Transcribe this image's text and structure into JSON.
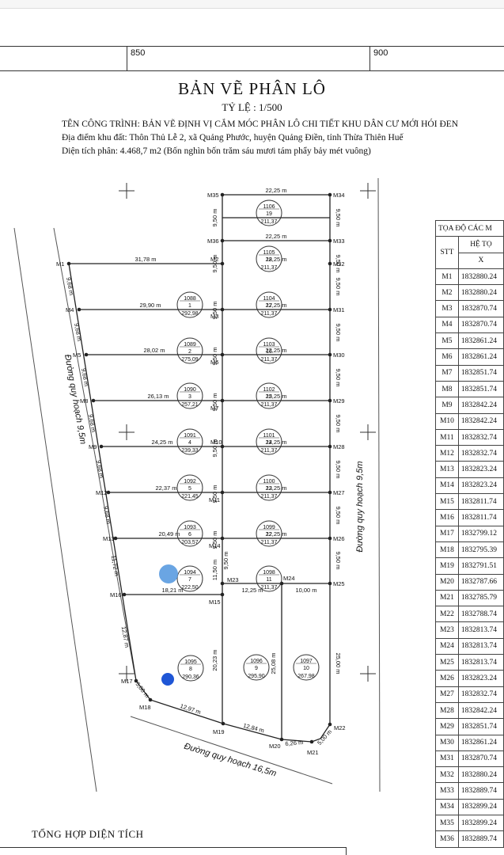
{
  "frame": {
    "col1": "850",
    "col2": "900"
  },
  "header": {
    "title": "BẢN VẼ PHÂN LÔ",
    "scale": "TỶ LỆ : 1/500",
    "project": "TÊN CÔNG TRÌNH:   BẢN VẼ ĐỊNH VỊ CẮM MÓC PHÂN LÔ CHI TIẾT KHU DÂN CƯ MỚI HÓI ĐEN",
    "location": "Địa điểm khu đất: Thôn Thủ Lễ 2, xã Quảng Phước, huyện Quảng Điền, tỉnh Thừa Thiên Huế",
    "area": "Diện tích phân: 4.468,7 m2 (Bốn nghìn bốn trăm sáu mươi tám phẩy bảy mét vuông)"
  },
  "roads": {
    "left": "Đường quy hoạch 9,5m",
    "right": "Đường quy hoạch 9,5m",
    "bottom": "Đường quy hoạch 16,5m"
  },
  "points": {
    "M1": "M1",
    "M2": "M2",
    "M3": "M3",
    "M4": "M4",
    "M5": "M5",
    "M6": "M6",
    "M7": "M7",
    "M8": "M8",
    "M9": "M9",
    "M10": "M10",
    "M11": "M11",
    "M12": "M12",
    "M13": "M13",
    "M14": "M14",
    "M15": "M15",
    "M16": "M16",
    "M17": "M17",
    "M18": "M18",
    "M19": "M19",
    "M20": "M20",
    "M21": "M21",
    "M22": "M22",
    "M23": "M23",
    "M24": "M24",
    "M25": "M25",
    "M26": "M26",
    "M27": "M27",
    "M28": "M28",
    "M29": "M29",
    "M30": "M30",
    "M31": "M31",
    "M32": "M32",
    "M33": "M33",
    "M34": "M34",
    "M35": "M35",
    "M36": "M36"
  },
  "dims": {
    "d35_34": "22,25 m",
    "d36_33": "22,25 m",
    "d1_2": "31,78 m",
    "d2_32": "22,25 m",
    "d4_3": "29,90 m",
    "d3_31": "22,25 m",
    "d5_6": "28,02 m",
    "d6_30": "22,25 m",
    "d8_7": "26,13 m",
    "d7_29": "22,25 m",
    "d9_10": "24,25 m",
    "d10_28": "22,25 m",
    "d12_11": "22,37 m",
    "d11_27": "22,25 m",
    "d13_14": "20,49 m",
    "d14_26": "22,25 m",
    "d16_15": "18,21 m",
    "d23_24": "12,25 m",
    "d24_25": "10,00 m",
    "d17_18": "5,00 m",
    "d18_19": "12,97 m",
    "d19_20": "12,84 m",
    "d20_21": "6,26 m",
    "d21_22": "5,00 m",
    "v950": "9,50 m",
    "v968": "9,68 m",
    "v1172": "11,72 m",
    "v1287": "12,87 m",
    "v1150": "11,50 m",
    "v2023": "20,23 m",
    "v2508": "25,08 m",
    "v2500": "25,00 m"
  },
  "lots": [
    {
      "id": "1106",
      "no": "19",
      "area": "211,37"
    },
    {
      "id": "1105",
      "no": "18",
      "area": "211,37"
    },
    {
      "id": "1104",
      "no": "17",
      "area": "211,37"
    },
    {
      "id": "1103",
      "no": "16",
      "area": "211,37"
    },
    {
      "id": "1102",
      "no": "15",
      "area": "211,37"
    },
    {
      "id": "1101",
      "no": "14",
      "area": "211,37"
    },
    {
      "id": "1100",
      "no": "13",
      "area": "211,37"
    },
    {
      "id": "1099",
      "no": "12",
      "area": "211,37"
    },
    {
      "id": "1098",
      "no": "11",
      "area": "211,37"
    },
    {
      "id": "1088",
      "no": "1",
      "area": "292,98"
    },
    {
      "id": "1089",
      "no": "2",
      "area": "275,09"
    },
    {
      "id": "1090",
      "no": "3",
      "area": "257,21"
    },
    {
      "id": "1091",
      "no": "4",
      "area": "239,33"
    },
    {
      "id": "1092",
      "no": "5",
      "area": "221,45"
    },
    {
      "id": "1093",
      "no": "6",
      "area": "203,57"
    },
    {
      "id": "1094",
      "no": "7",
      "area": "222,50"
    },
    {
      "id": "1095",
      "no": "8",
      "area": "290,36"
    },
    {
      "id": "1096",
      "no": "9",
      "area": "295,90"
    },
    {
      "id": "1097",
      "no": "10",
      "area": "267,98"
    }
  ],
  "table": {
    "title": "TỌA ĐỘ CÁC M",
    "col_stt": "STT",
    "col_system": "HỆ TỌ",
    "col_x": "X",
    "rows": [
      {
        "stt": "M1",
        "x": "1832880.24"
      },
      {
        "stt": "M2",
        "x": "1832880.24"
      },
      {
        "stt": "M3",
        "x": "1832870.74"
      },
      {
        "stt": "M4",
        "x": "1832870.74"
      },
      {
        "stt": "M5",
        "x": "1832861.24"
      },
      {
        "stt": "M6",
        "x": "1832861.24"
      },
      {
        "stt": "M7",
        "x": "1832851.74"
      },
      {
        "stt": "M8",
        "x": "1832851.74"
      },
      {
        "stt": "M9",
        "x": "1832842.24"
      },
      {
        "stt": "M10",
        "x": "1832842.24"
      },
      {
        "stt": "M11",
        "x": "1832832.74"
      },
      {
        "stt": "M12",
        "x": "1832832.74"
      },
      {
        "stt": "M13",
        "x": "1832823.24"
      },
      {
        "stt": "M14",
        "x": "1832823.24"
      },
      {
        "stt": "M15",
        "x": "1832811.74"
      },
      {
        "stt": "M16",
        "x": "1832811.74"
      },
      {
        "stt": "M17",
        "x": "1832799.12"
      },
      {
        "stt": "M18",
        "x": "1832795.39"
      },
      {
        "stt": "M19",
        "x": "1832791.51"
      },
      {
        "stt": "M20",
        "x": "1832787.66"
      },
      {
        "stt": "M21",
        "x": "1832785.79"
      },
      {
        "stt": "M22",
        "x": "1832788.74"
      },
      {
        "stt": "M23",
        "x": "1832813.74"
      },
      {
        "stt": "M24",
        "x": "1832813.74"
      },
      {
        "stt": "M25",
        "x": "1832813.74"
      },
      {
        "stt": "M26",
        "x": "1832823.24"
      },
      {
        "stt": "M27",
        "x": "1832832.74"
      },
      {
        "stt": "M28",
        "x": "1832842.24"
      },
      {
        "stt": "M29",
        "x": "1832851.74"
      },
      {
        "stt": "M30",
        "x": "1832861.24"
      },
      {
        "stt": "M31",
        "x": "1832870.74"
      },
      {
        "stt": "M32",
        "x": "1832880.24"
      },
      {
        "stt": "M33",
        "x": "1832889.74"
      },
      {
        "stt": "M34",
        "x": "1832899.24"
      },
      {
        "stt": "M35",
        "x": "1832899.24"
      },
      {
        "stt": "M36",
        "x": "1832889.74"
      }
    ]
  },
  "footer": {
    "title": "TỔNG HỢP DIỆN TÍCH"
  },
  "colors": {
    "line": "#222222",
    "marker": "#3a82d6"
  }
}
